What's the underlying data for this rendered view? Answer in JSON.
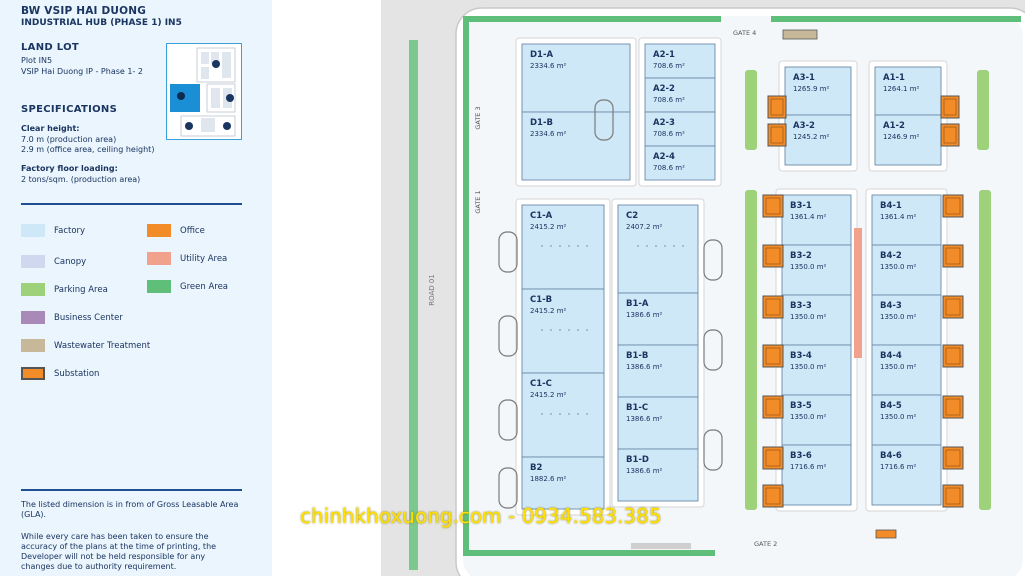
{
  "header": {
    "title": "BW VSIP HAI DUONG",
    "subtitle": "INDUSTRIAL HUB (PHASE 1) IN5"
  },
  "land_lot": {
    "heading": "LAND LOT",
    "line1": "Plot IN5",
    "line2": "VSIP Hai Duong IP - Phase 1- 2"
  },
  "specs": {
    "heading": "SPECIFICATIONS",
    "clear_label": "Clear height:",
    "clear1": "7.0 m (production area)",
    "clear2": "2.9 m (office area, ceiling height)",
    "floor_label": "Factory floor loading:",
    "floor1": "2 tons/sqm. (production area)"
  },
  "legend": [
    {
      "label": "Factory",
      "color": "#cfe8f8"
    },
    {
      "label": "Office",
      "color": "#f28c28"
    },
    {
      "label": "Canopy",
      "color": "#cfd8ee"
    },
    {
      "label": "Utility Area",
      "color": "#f2a28c"
    },
    {
      "label": "Parking Area",
      "color": "#9dd27a"
    },
    {
      "label": "Green Area",
      "color": "#5fbf7a"
    },
    {
      "label": "Business Center",
      "color": "#a889b8"
    },
    {
      "label": "Wastewater Treatment",
      "color": "#c8b89a"
    },
    {
      "label": "Substation",
      "color": "#f28c28"
    }
  ],
  "notes": {
    "note1": "The listed dimension is in from of Gross Leasable Area (GLA).",
    "note2": "While every care has been taken to ensure the accuracy of the plans at the time of printing, the Developer will not be held responsible for any changes due to authority requirement."
  },
  "map": {
    "road_label": "ROAD 01",
    "gates": [
      "GATE 1",
      "GATE 2",
      "GATE 3",
      "GATE 4"
    ],
    "units": [
      {
        "id": "D1-A",
        "area": "2334.6 m²"
      },
      {
        "id": "D1-B",
        "area": "2334.6 m²"
      },
      {
        "id": "A2-1",
        "area": "708.6 m²"
      },
      {
        "id": "A2-2",
        "area": "708.6 m²"
      },
      {
        "id": "A2-3",
        "area": "708.6 m²"
      },
      {
        "id": "A2-4",
        "area": "708.6 m²"
      },
      {
        "id": "A3-1",
        "area": "1265.9 m²"
      },
      {
        "id": "A3-2",
        "area": "1245.2 m²"
      },
      {
        "id": "A1-1",
        "area": "1264.1 m²"
      },
      {
        "id": "A1-2",
        "area": "1246.9 m²"
      },
      {
        "id": "C1-A",
        "area": "2415.2 m²"
      },
      {
        "id": "C1-B",
        "area": "2415.2 m²"
      },
      {
        "id": "C1-C",
        "area": "2415.2 m²"
      },
      {
        "id": "B2",
        "area": "1882.6 m²"
      },
      {
        "id": "C2",
        "area": "2407.2 m²"
      },
      {
        "id": "B1-A",
        "area": "1386.6 m²"
      },
      {
        "id": "B1-B",
        "area": "1386.6 m²"
      },
      {
        "id": "B1-C",
        "area": "1386.6 m²"
      },
      {
        "id": "B1-D",
        "area": "1386.6 m²"
      },
      {
        "id": "B3-1",
        "area": "1361.4 m²"
      },
      {
        "id": "B3-2",
        "area": "1350.0 m²"
      },
      {
        "id": "B3-3",
        "area": "1350.0 m²"
      },
      {
        "id": "B3-4",
        "area": "1350.0 m²"
      },
      {
        "id": "B3-5",
        "area": "1350.0 m²"
      },
      {
        "id": "B3-6",
        "area": "1716.6 m²"
      },
      {
        "id": "B4-1",
        "area": "1361.4 m²"
      },
      {
        "id": "B4-2",
        "area": "1350.0 m²"
      },
      {
        "id": "B4-3",
        "area": "1350.0 m²"
      },
      {
        "id": "B4-4",
        "area": "1350.0 m²"
      },
      {
        "id": "B4-5",
        "area": "1350.0 m²"
      },
      {
        "id": "B4-6",
        "area": "1716.6 m²"
      }
    ]
  },
  "watermark": "chinhkhoxuong.com - 0934.583.385"
}
